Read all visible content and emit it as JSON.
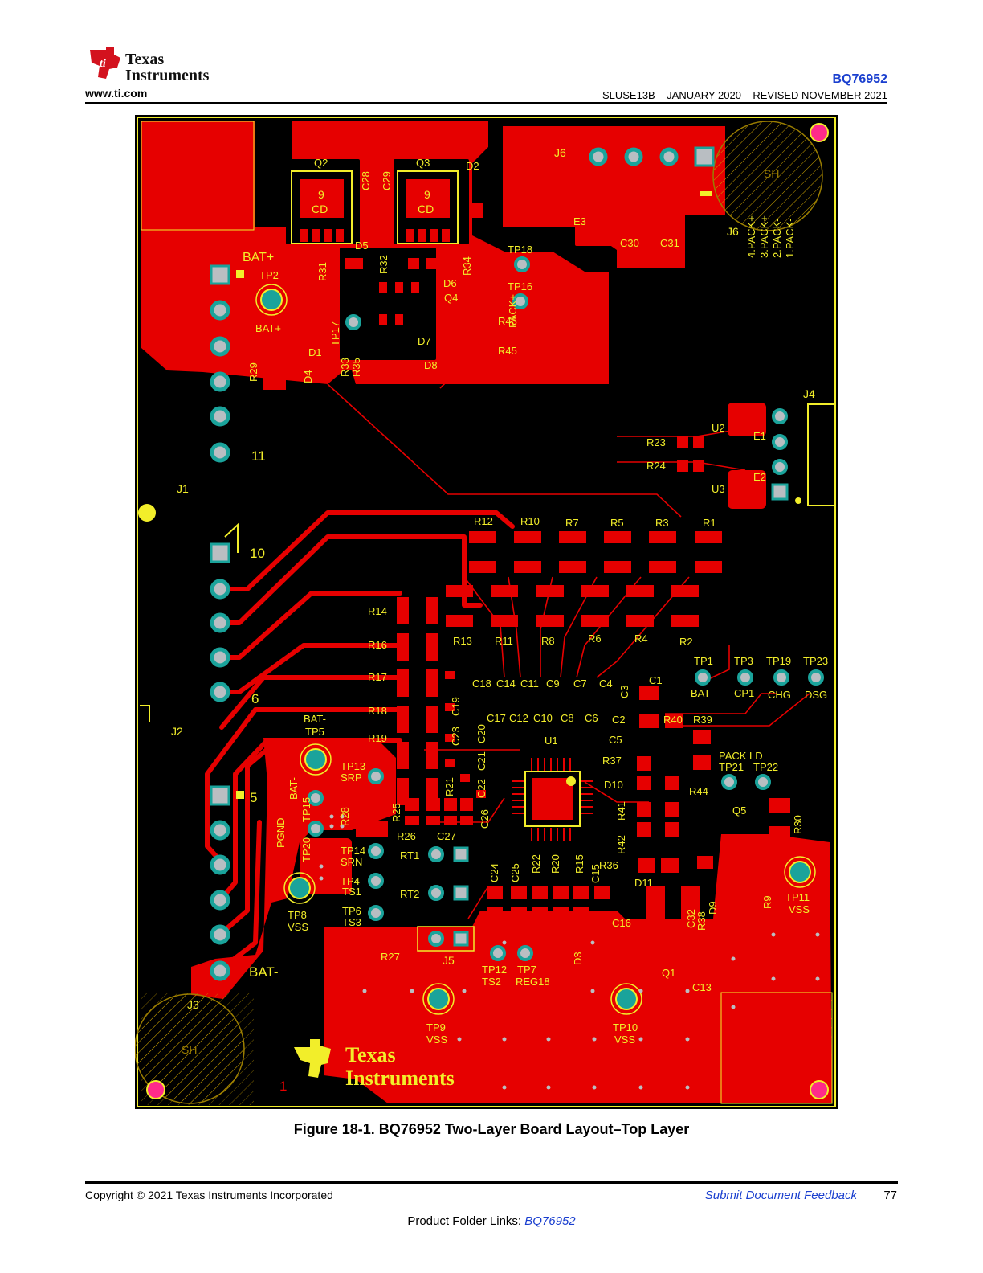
{
  "header": {
    "logo_line1": "Texas",
    "logo_line2": "Instruments",
    "site_url": "www.ti.com",
    "part_number": "BQ76952",
    "document_id": "SLUSE13B – JANUARY 2020 – REVISED NOVEMBER 2021"
  },
  "board": {
    "connectors": {
      "j1": "J1",
      "j2": "J2",
      "j3": "J3",
      "j4": "J4",
      "j5": "J5",
      "j6": "J6",
      "pin11": "11",
      "pin10": "10",
      "pin6": "6",
      "pin5": "5",
      "pin1": "1",
      "pack_pins": [
        "4.PACK+",
        "3.PACK+",
        "2.PACK-",
        "1.PACK-"
      ]
    },
    "nets": {
      "bat_plus": "BAT+",
      "bat_minus": "BAT-",
      "pack_plus": "PACK+",
      "pack_ld": "PACK LD",
      "pgnd": "PGND",
      "cd": "CD",
      "nine": "9",
      "sh": "SH"
    },
    "test_points": {
      "tp1": "TP1",
      "tp2": "TP2",
      "tp3": "TP3",
      "tp4": "TP4",
      "tp5": "TP5",
      "tp6": "TP6",
      "tp7": "TP7",
      "tp8": "TP8",
      "tp9": "TP9",
      "tp10": "TP10",
      "tp11": "TP11",
      "tp12": "TP12",
      "tp13": "TP13",
      "tp14": "TP14",
      "tp15": "TP15",
      "tp16": "TP16",
      "tp17": "TP17",
      "tp18": "TP18",
      "tp19": "TP19",
      "tp20": "TP20",
      "tp21": "TP21",
      "tp22": "TP22",
      "tp23": "TP23"
    },
    "tp_names": {
      "bat": "BAT",
      "cp1": "CP1",
      "chg": "CHG",
      "dsg": "DSG",
      "srp": "SRP",
      "srn": "SRN",
      "ts1": "TS1",
      "ts2": "TS2",
      "ts3": "TS3",
      "reg18": "REG18",
      "vss": "VSS",
      "bat_minus": "BAT-"
    },
    "components": {
      "q1": "Q1",
      "q2": "Q2",
      "q3": "Q3",
      "q4": "Q4",
      "q5": "Q5",
      "d1": "D1",
      "d2": "D2",
      "d3": "D3",
      "d4": "D4",
      "d5": "D5",
      "d6": "D6",
      "d7": "D7",
      "d8": "D8",
      "d9": "D9",
      "d10": "D10",
      "d11": "D11",
      "u1": "U1",
      "u2": "U2",
      "u3": "U3",
      "e1": "E1",
      "e2": "E2",
      "e3": "E3",
      "rt1": "RT1",
      "rt2": "RT2",
      "r1": "R1",
      "r2": "R2",
      "r3": "R3",
      "r4": "R4",
      "r5": "R5",
      "r6": "R6",
      "r7": "R7",
      "r8": "R8",
      "r9": "R9",
      "r10": "R10",
      "r11": "R11",
      "r12": "R12",
      "r13": "R13",
      "r14": "R14",
      "r15": "R15",
      "r16": "R16",
      "r17": "R17",
      "r18": "R18",
      "r19": "R19",
      "r20": "R20",
      "r21": "R21",
      "r22": "R22",
      "r23": "R23",
      "r24": "R24",
      "r25": "R25",
      "r26": "R26",
      "r27": "R27",
      "r28": "R28",
      "r29": "R29",
      "r30": "R30",
      "r31": "R31",
      "r32": "R32",
      "r33": "R33",
      "r34": "R34",
      "r35": "R35",
      "r36": "R36",
      "r37": "R37",
      "r38": "R38",
      "r39": "R39",
      "r40": "R40",
      "r41": "R41",
      "r42": "R42",
      "r43": "R43",
      "r44": "R44",
      "r45": "R45",
      "c1": "C1",
      "c2": "C2",
      "c3": "C3",
      "c4": "C4",
      "c5": "C5",
      "c6": "C6",
      "c7": "C7",
      "c8": "C8",
      "c9": "C9",
      "c10": "C10",
      "c11": "C11",
      "c12": "C12",
      "c13": "C13",
      "c14": "C14",
      "c15": "C15",
      "c16": "C16",
      "c17": "C17",
      "c18": "C18",
      "c19": "C19",
      "c20": "C20",
      "c21": "C21",
      "c22": "C22",
      "c23": "C23",
      "c24": "C24",
      "c25": "C25",
      "c26": "C26",
      "c27": "C27",
      "c28": "C28",
      "c29": "C29",
      "c30": "C30",
      "c31": "C31",
      "c32": "C32"
    },
    "silk_logo_line1": "Texas",
    "silk_logo_line2": "Instruments"
  },
  "colors": {
    "copper": "#e60000",
    "silk": "#f2ee2a",
    "pad_teal": "#1aa39b",
    "pad_gray": "#b9bec2",
    "via_pink": "#ff2a8a",
    "board": "#000000",
    "link": "#1a3fcf"
  },
  "caption": "Figure 18-1. BQ76952 Two-Layer Board Layout–Top Layer",
  "footer": {
    "copyright": "Copyright © 2021 Texas Instruments Incorporated",
    "feedback": "Submit Document Feedback",
    "page_number": "77",
    "folder_links_label": "Product Folder Links:",
    "folder_links_part": "BQ76952"
  }
}
